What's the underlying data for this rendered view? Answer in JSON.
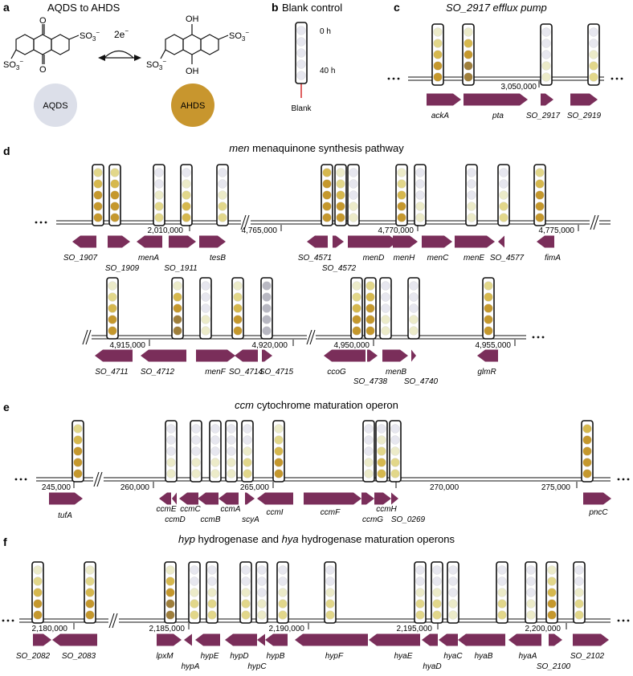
{
  "colors": {
    "gene": "#7a2e5a",
    "marker": "#d42a2a",
    "tube_outline": "#111111",
    "aqds": "#dcdfe9",
    "ahds": "#c8962e",
    "shade_0": "#e7e7ef",
    "shade_1": "#ecebc9",
    "shade_2": "#e2d78a",
    "shade_3": "#d6b84e",
    "shade_4": "#c5982d",
    "shade_5": "#9f7f3c",
    "shade_grey": "#b8b8c2"
  },
  "panels": {
    "a": {
      "letter": "a",
      "title": "AQDS to AHDS",
      "electrons": "2e",
      "electron_sup": "−",
      "left_mol": "AQDS",
      "right_mol": "AHDS",
      "so3_left_1": "SO",
      "so3_left_1_sub": "3",
      "so3_left_1_sup": "−",
      "so3_left_2": "SO",
      "so3_left_2_sub": "3",
      "so3_left_2_sup": "−",
      "so3_right_1": "SO",
      "so3_right_1_sub": "3",
      "so3_right_1_sup": "−",
      "so3_right_2": "SO",
      "so3_right_2_sub": "3",
      "so3_right_2_sup": "−",
      "oxo": "O",
      "oh": "OH"
    },
    "b": {
      "letter": "b",
      "title": "Blank control",
      "time_start": "0 h",
      "time_end": "40 h",
      "label": "Blank"
    },
    "c": {
      "letter": "c",
      "title": "SO_2917 efflux pump",
      "coordinates": [
        "3,050,000"
      ],
      "genes": [
        "ackA",
        "pta",
        "SO_2917",
        "SO_2919"
      ]
    },
    "d": {
      "letter": "d",
      "title_italic": "men",
      "title_rest": " menaquinone synthesis pathway",
      "coordinates": [
        "2,010,000",
        "4,765,000",
        "4,770,000",
        "4,775,000",
        "4,915,000",
        "4,920,000",
        "4,950,000",
        "4,955,000"
      ],
      "genes": [
        "SO_1907",
        "SO_1909",
        "menA",
        "SO_1911",
        "tesB",
        "SO_4571",
        "SO_4572",
        "menD",
        "menH",
        "menC",
        "menE",
        "SO_4577",
        "fimA",
        "SO_4711",
        "SO_4712",
        "menF",
        "SO_4714",
        "SO_4715",
        "ccoG",
        "SO_4738",
        "menB",
        "SO_4740",
        "glmR"
      ]
    },
    "e": {
      "letter": "e",
      "title_italic": "ccm",
      "title_rest": " cytochrome maturation operon",
      "coordinates": [
        "245,000",
        "260,000",
        "265,000",
        "270,000",
        "275,000"
      ],
      "genes": [
        "tufA",
        "ccmE",
        "ccmD",
        "ccmC",
        "ccmB",
        "ccmA",
        "scyA",
        "ccmI",
        "ccmF",
        "ccmG",
        "ccmH",
        "SO_0269",
        "pncC"
      ]
    },
    "f": {
      "letter": "f",
      "title_italic_1": "hyp",
      "title_mid": " hydrogenase and ",
      "title_italic_2": "hya",
      "title_rest": " hydrogenase maturation operons",
      "coordinates": [
        "2,180,000",
        "2,185,000",
        "2,190,000",
        "2,195,000",
        "2,200,000"
      ],
      "genes": [
        "SO_2082",
        "SO_2083",
        "lpxM",
        "hypA",
        "hypE",
        "hypD",
        "hypC",
        "hypB",
        "hypF",
        "hyaE",
        "hyaD",
        "hyaC",
        "hyaB",
        "hyaA",
        "SO_2100",
        "SO_2102"
      ]
    }
  }
}
